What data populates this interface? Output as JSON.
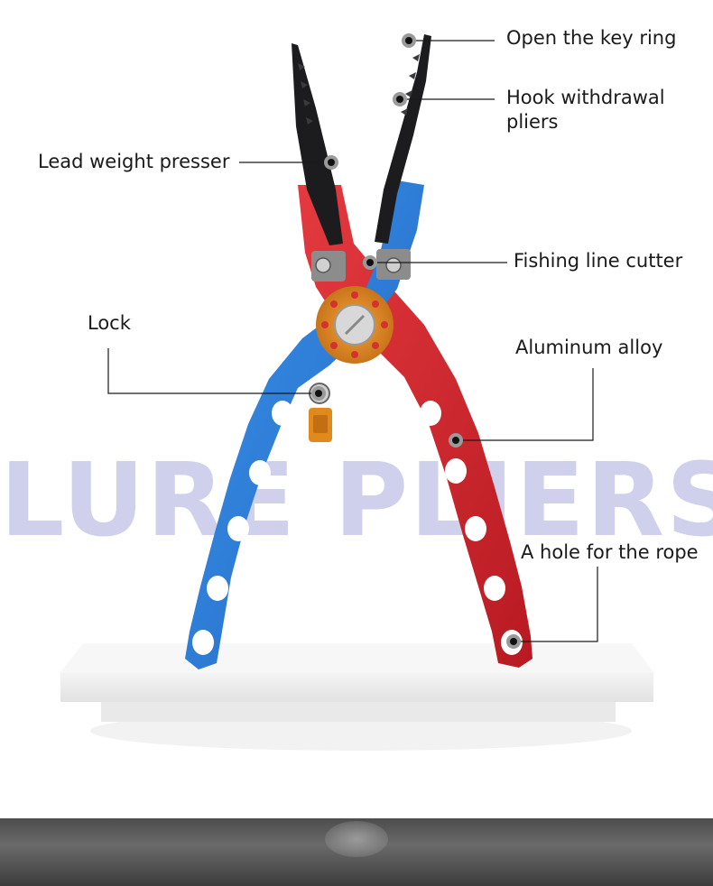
{
  "watermark": "LURE PLIERS",
  "callouts": {
    "key_ring": "Open the key ring",
    "hook_line1": "Hook withdrawal",
    "hook_line2": "pliers",
    "lead_weight": "Lead weight presser",
    "line_cutter": "Fishing line cutter",
    "lock": "Lock",
    "aluminum": "Aluminum alloy",
    "rope_hole": "A hole for the rope"
  },
  "colors": {
    "red_handle": "#d8262f",
    "blue_handle": "#2f7fd8",
    "jaw_black": "#1c1c1e",
    "pivot_orange": "#e08a1e",
    "watermark": "#cfd0ec"
  },
  "icons": [
    "pliers-illustration",
    "marker-dot",
    "white-shelf"
  ]
}
